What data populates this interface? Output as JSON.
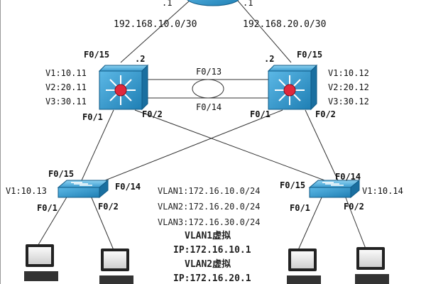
{
  "router": {
    "port_left": ".1",
    "port_right": ".1"
  },
  "networks": {
    "left": "192.168.10.0/30",
    "right": "192.168.20.0/30"
  },
  "core_left": {
    "uplink_port": "F0/15",
    "addr_suffix": ".2",
    "vlans": [
      "V1:10.11",
      "V2:20.11",
      "V3:30.11"
    ],
    "port_down_left": "F0/1",
    "port_down_right": "F0/2"
  },
  "core_right": {
    "uplink_port": "F0/15",
    "addr_suffix": ".2",
    "vlans": [
      "V1:10.12",
      "V2:20.12",
      "V3:30.12"
    ],
    "port_down_left": "F0/1",
    "port_down_right": "F0/2"
  },
  "trunk": {
    "top_port": "F0/13",
    "bottom_port": "F0/14"
  },
  "access_left": {
    "port_up_left": "F0/15",
    "port_up_right": "F0/14",
    "mgmt": "V1:10.13",
    "port_down_left": "F0/1",
    "port_down_right": "F0/2"
  },
  "access_right": {
    "port_up_left": "F0/15",
    "port_up_right": "F0/14",
    "mgmt": "V1:10.14",
    "port_down_left": "F0/1",
    "port_down_right": "F0/2"
  },
  "vlan_subnets": [
    "VLAN1:172.16.10.0/24",
    "VLAN2:172.16.20.0/24",
    "VLAN3:172.16.30.0/24"
  ],
  "virtual_ips": [
    {
      "title": "VLAN1虚拟",
      "ip": "IP:172.16.10.1"
    },
    {
      "title": "VLAN2虚拟",
      "ip": "IP:172.16.20.1"
    }
  ],
  "colors": {
    "device_blue": "#2a8cc0",
    "device_dark": "#0f5a86",
    "hub_red": "#e0283c",
    "link": "#333333"
  }
}
